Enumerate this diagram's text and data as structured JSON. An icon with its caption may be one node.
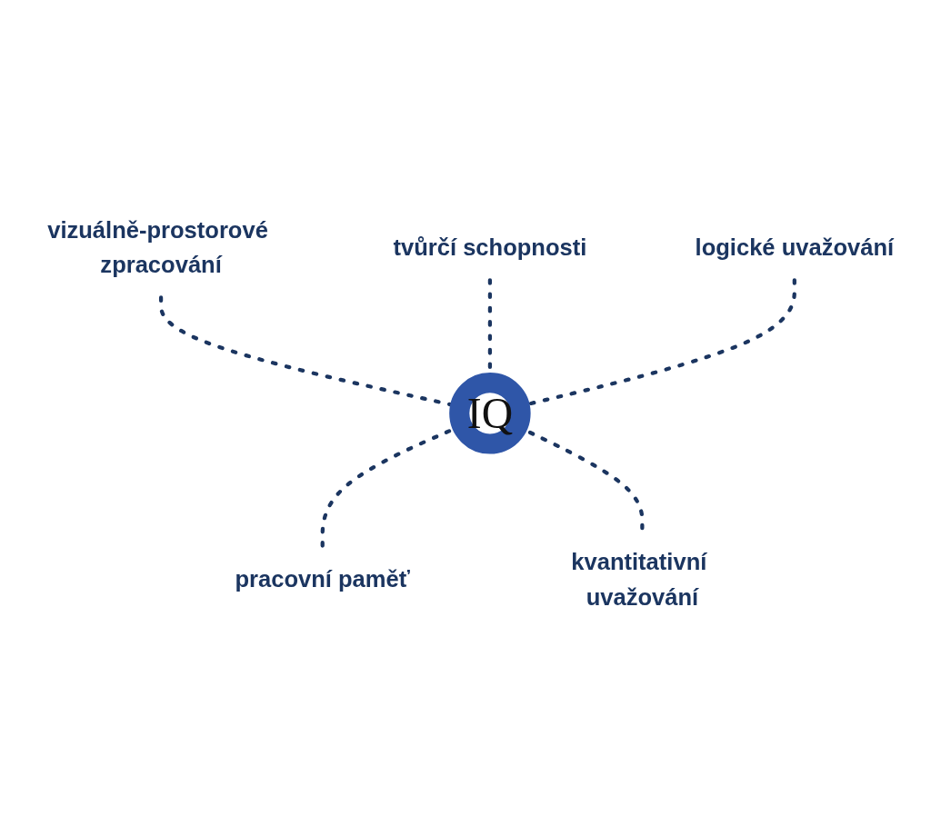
{
  "diagram": {
    "nodes": [
      {
        "text": [
          "vizuálně-prostorové zpracování"
        ]
      },
      {
        "text": [
          "tvůrčí schopnosti"
        ]
      },
      {
        "text": [
          "logické uvažování"
        ]
      },
      {
        "text": [
          "IQ"
        ]
      },
      {
        "text": [
          "pracovní paměť"
        ]
      },
      {
        "text": [
          "kvantitativní uvažování"
        ]
      }
    ],
    "edges": [
      {
        "from": 0,
        "to": 3,
        "arrow": "none",
        "style": "dashed"
      },
      {
        "from": 1,
        "to": 3,
        "arrow": "none",
        "style": "dashed"
      },
      {
        "from": 2,
        "to": 3,
        "arrow": "none",
        "style": "dashed"
      },
      {
        "from": 3,
        "to": 4,
        "arrow": "none",
        "style": "dashed"
      },
      {
        "from": 3,
        "to": 5,
        "arrow": "none",
        "style": "dashed"
      }
    ]
  }
}
